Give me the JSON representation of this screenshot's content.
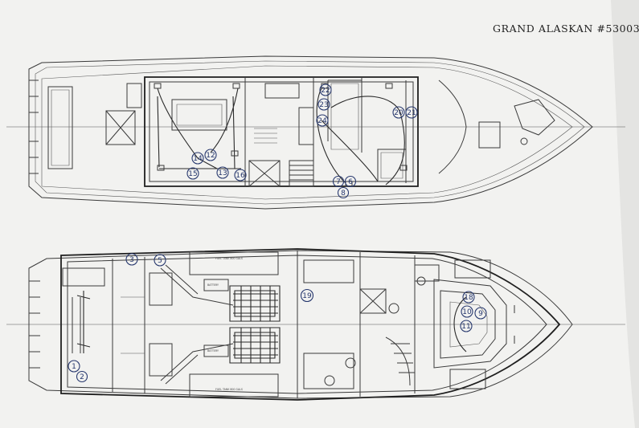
{
  "drawing": {
    "title": "GRAND ALASKAN #53003"
  },
  "upper_deck_markers": [
    "12",
    "14",
    "15",
    "13",
    "16",
    "22",
    "23",
    "24",
    "20",
    "21",
    "7",
    "6",
    "8"
  ],
  "lower_deck_markers": [
    "3",
    "5",
    "19",
    "18",
    "10",
    "9",
    "11",
    "1",
    "2"
  ],
  "lower_deck_labels": {
    "fuel_tank_top": "FUEL TANK 800 GALS",
    "fuel_tank_bottom": "FUEL TANK 800 GALS",
    "battery_top": "BATTERY",
    "battery_bottom": "BATTERY"
  }
}
